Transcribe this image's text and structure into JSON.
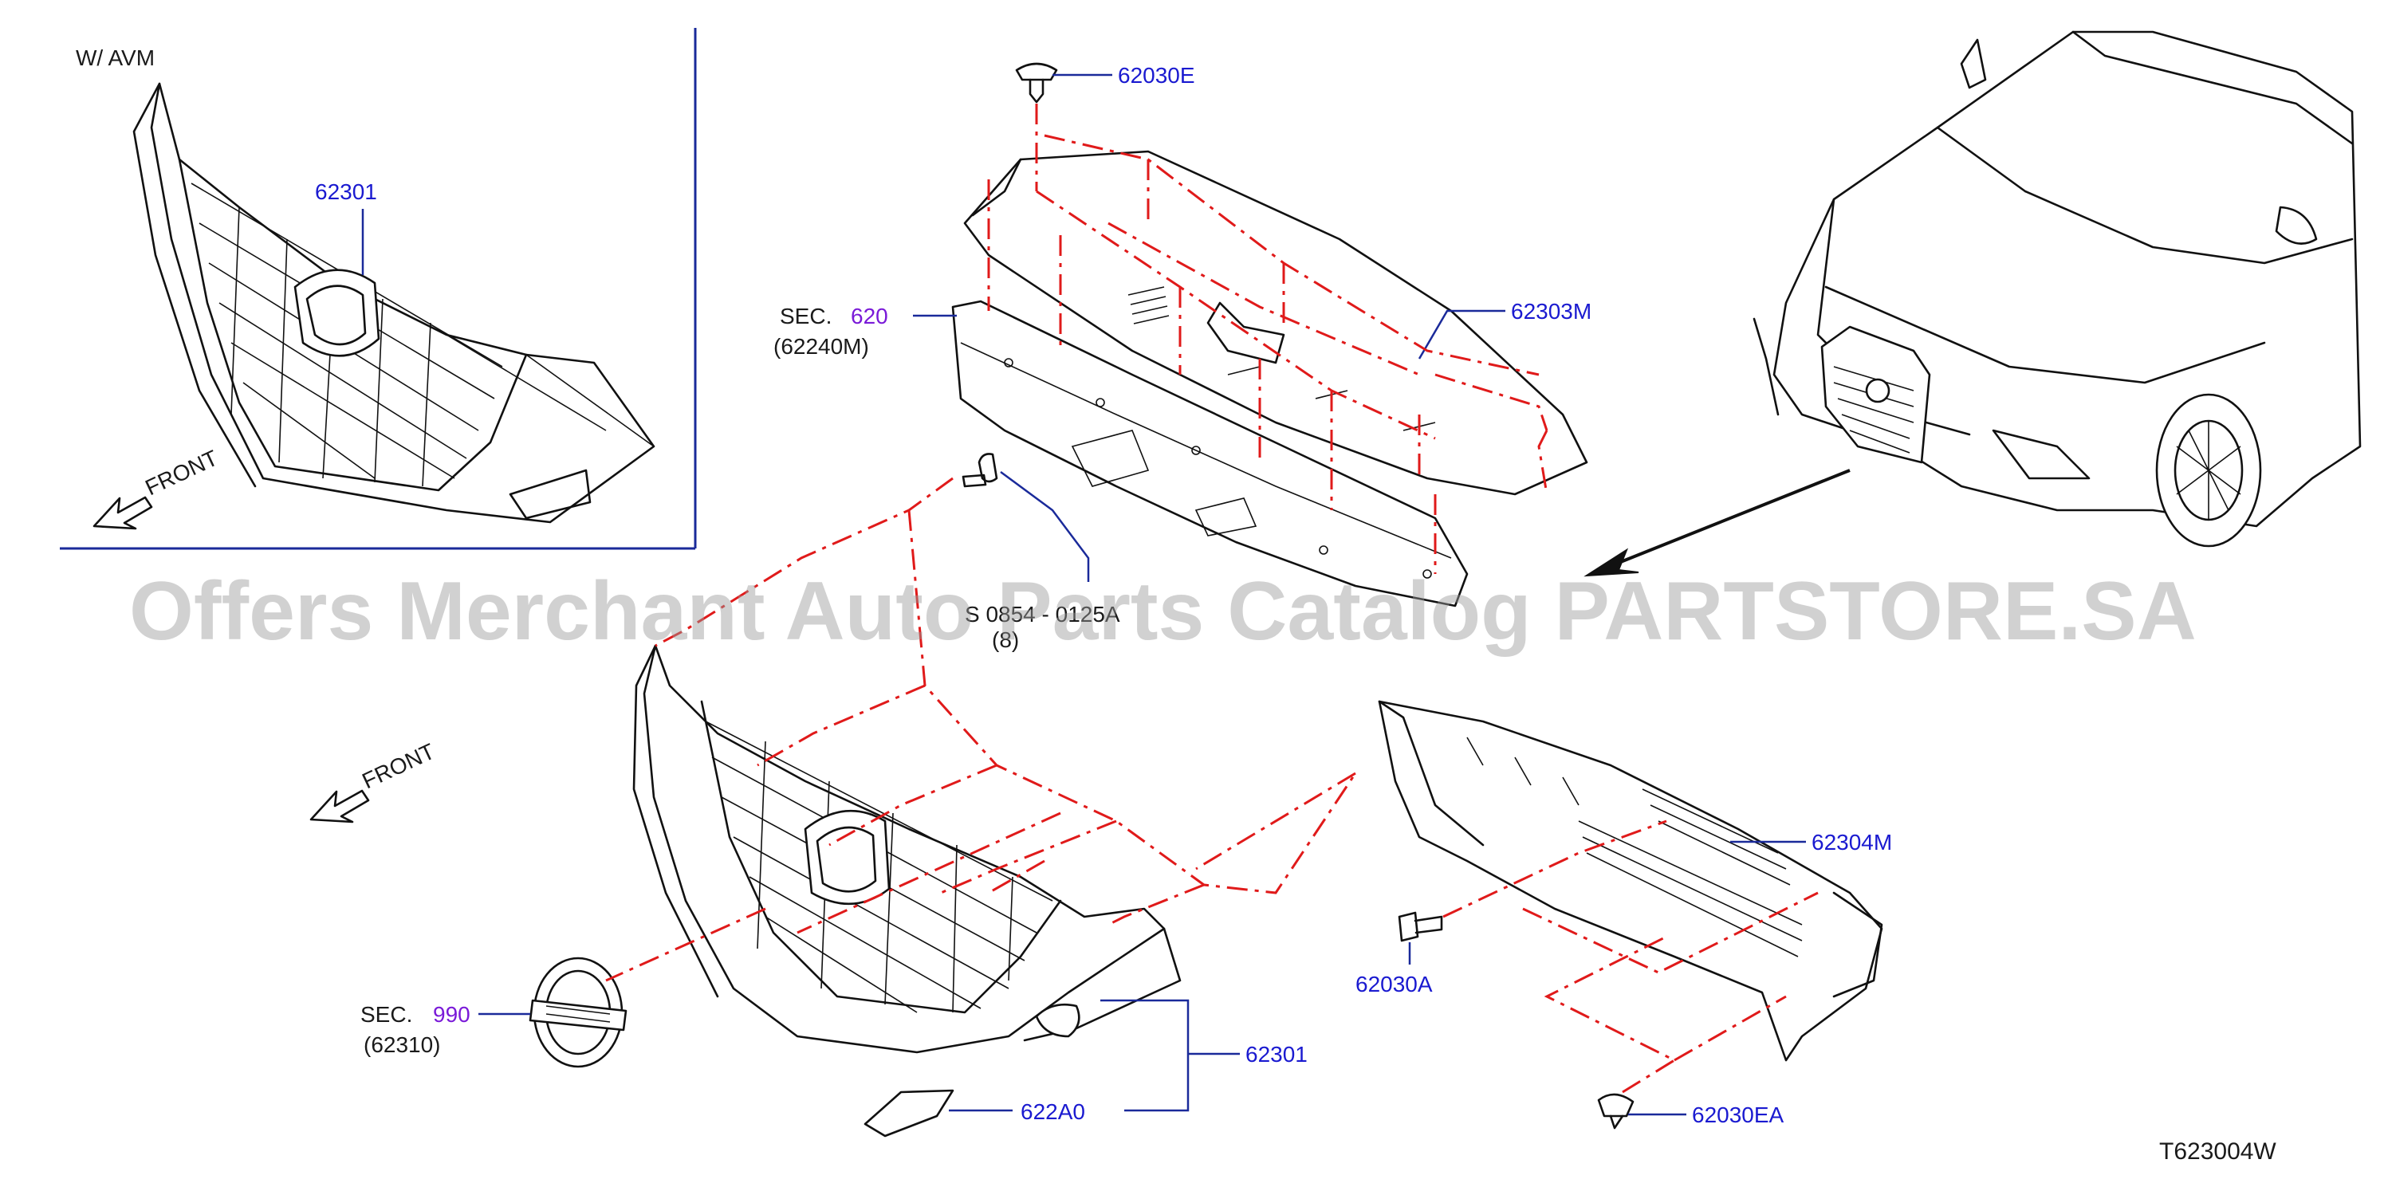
{
  "watermark": "Offers Merchant Auto Parts Catalog PARTSTORE.SA",
  "diagram_code": "T623004W",
  "inset": {
    "title": "W/   AVM",
    "part_label": "62301",
    "front_label": "FRONT"
  },
  "front_label_main": "FRONT",
  "callouts": {
    "clip_top": "62030E",
    "sec_620_prefix": "SEC.",
    "sec_620_num": "620",
    "sec_620_sub": "(62240M)",
    "upper_cover": "62303M",
    "screw_partial": "S 0854 - 0125A",
    "screw_qty": "(8)",
    "lower_cover": "62304M",
    "clip_a": "62030A",
    "clip_ea": "62030EA",
    "sec_990_prefix": "SEC.",
    "sec_990_num": "990",
    "sec_990_sub": "(62310)",
    "grille": "62301",
    "cap": "622A0"
  },
  "colors": {
    "label_blue": "#1a1ad0",
    "section_purple": "#7a1ad8",
    "leader_red": "#e01a1a",
    "leader_blue": "#1a2a9a",
    "line_black": "#111111"
  }
}
